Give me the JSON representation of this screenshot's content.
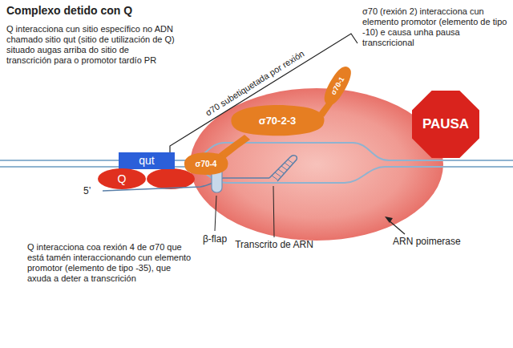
{
  "diagram": {
    "title": "Complexo detido con Q",
    "nodes": [
      {
        "text": [
          "qut"
        ]
      },
      {
        "text": [
          "Q"
        ]
      },
      {
        "text": [
          "σ70-4"
        ]
      },
      {
        "text": [
          "σ70-2-3"
        ]
      },
      {
        "text": [
          "σ70-1"
        ]
      },
      {
        "text": [
          "PAUSA"
        ]
      }
    ],
    "labels": [
      "Q interacciona cun sitio específico no ADN chamado sitio qut (sitio de utilización de Q) situado augas arriba do sitio de transcrición para o promotor tardío PR",
      "σ70 (rexión 2) interacciona cun elemento promotor (elemento de tipo -10) e causa unha pausa transcricional",
      "Q interacciona coa rexión 4 de σ70 que está tamén interaccionando cun elemento promotor (elemento de tipo -35), que axuda a deter a transcrición",
      "σ70 subetiquetada por rexión",
      "5’",
      "β-flap",
      "Transcrito de ARN",
      "ARN poimerase"
    ]
  }
}
